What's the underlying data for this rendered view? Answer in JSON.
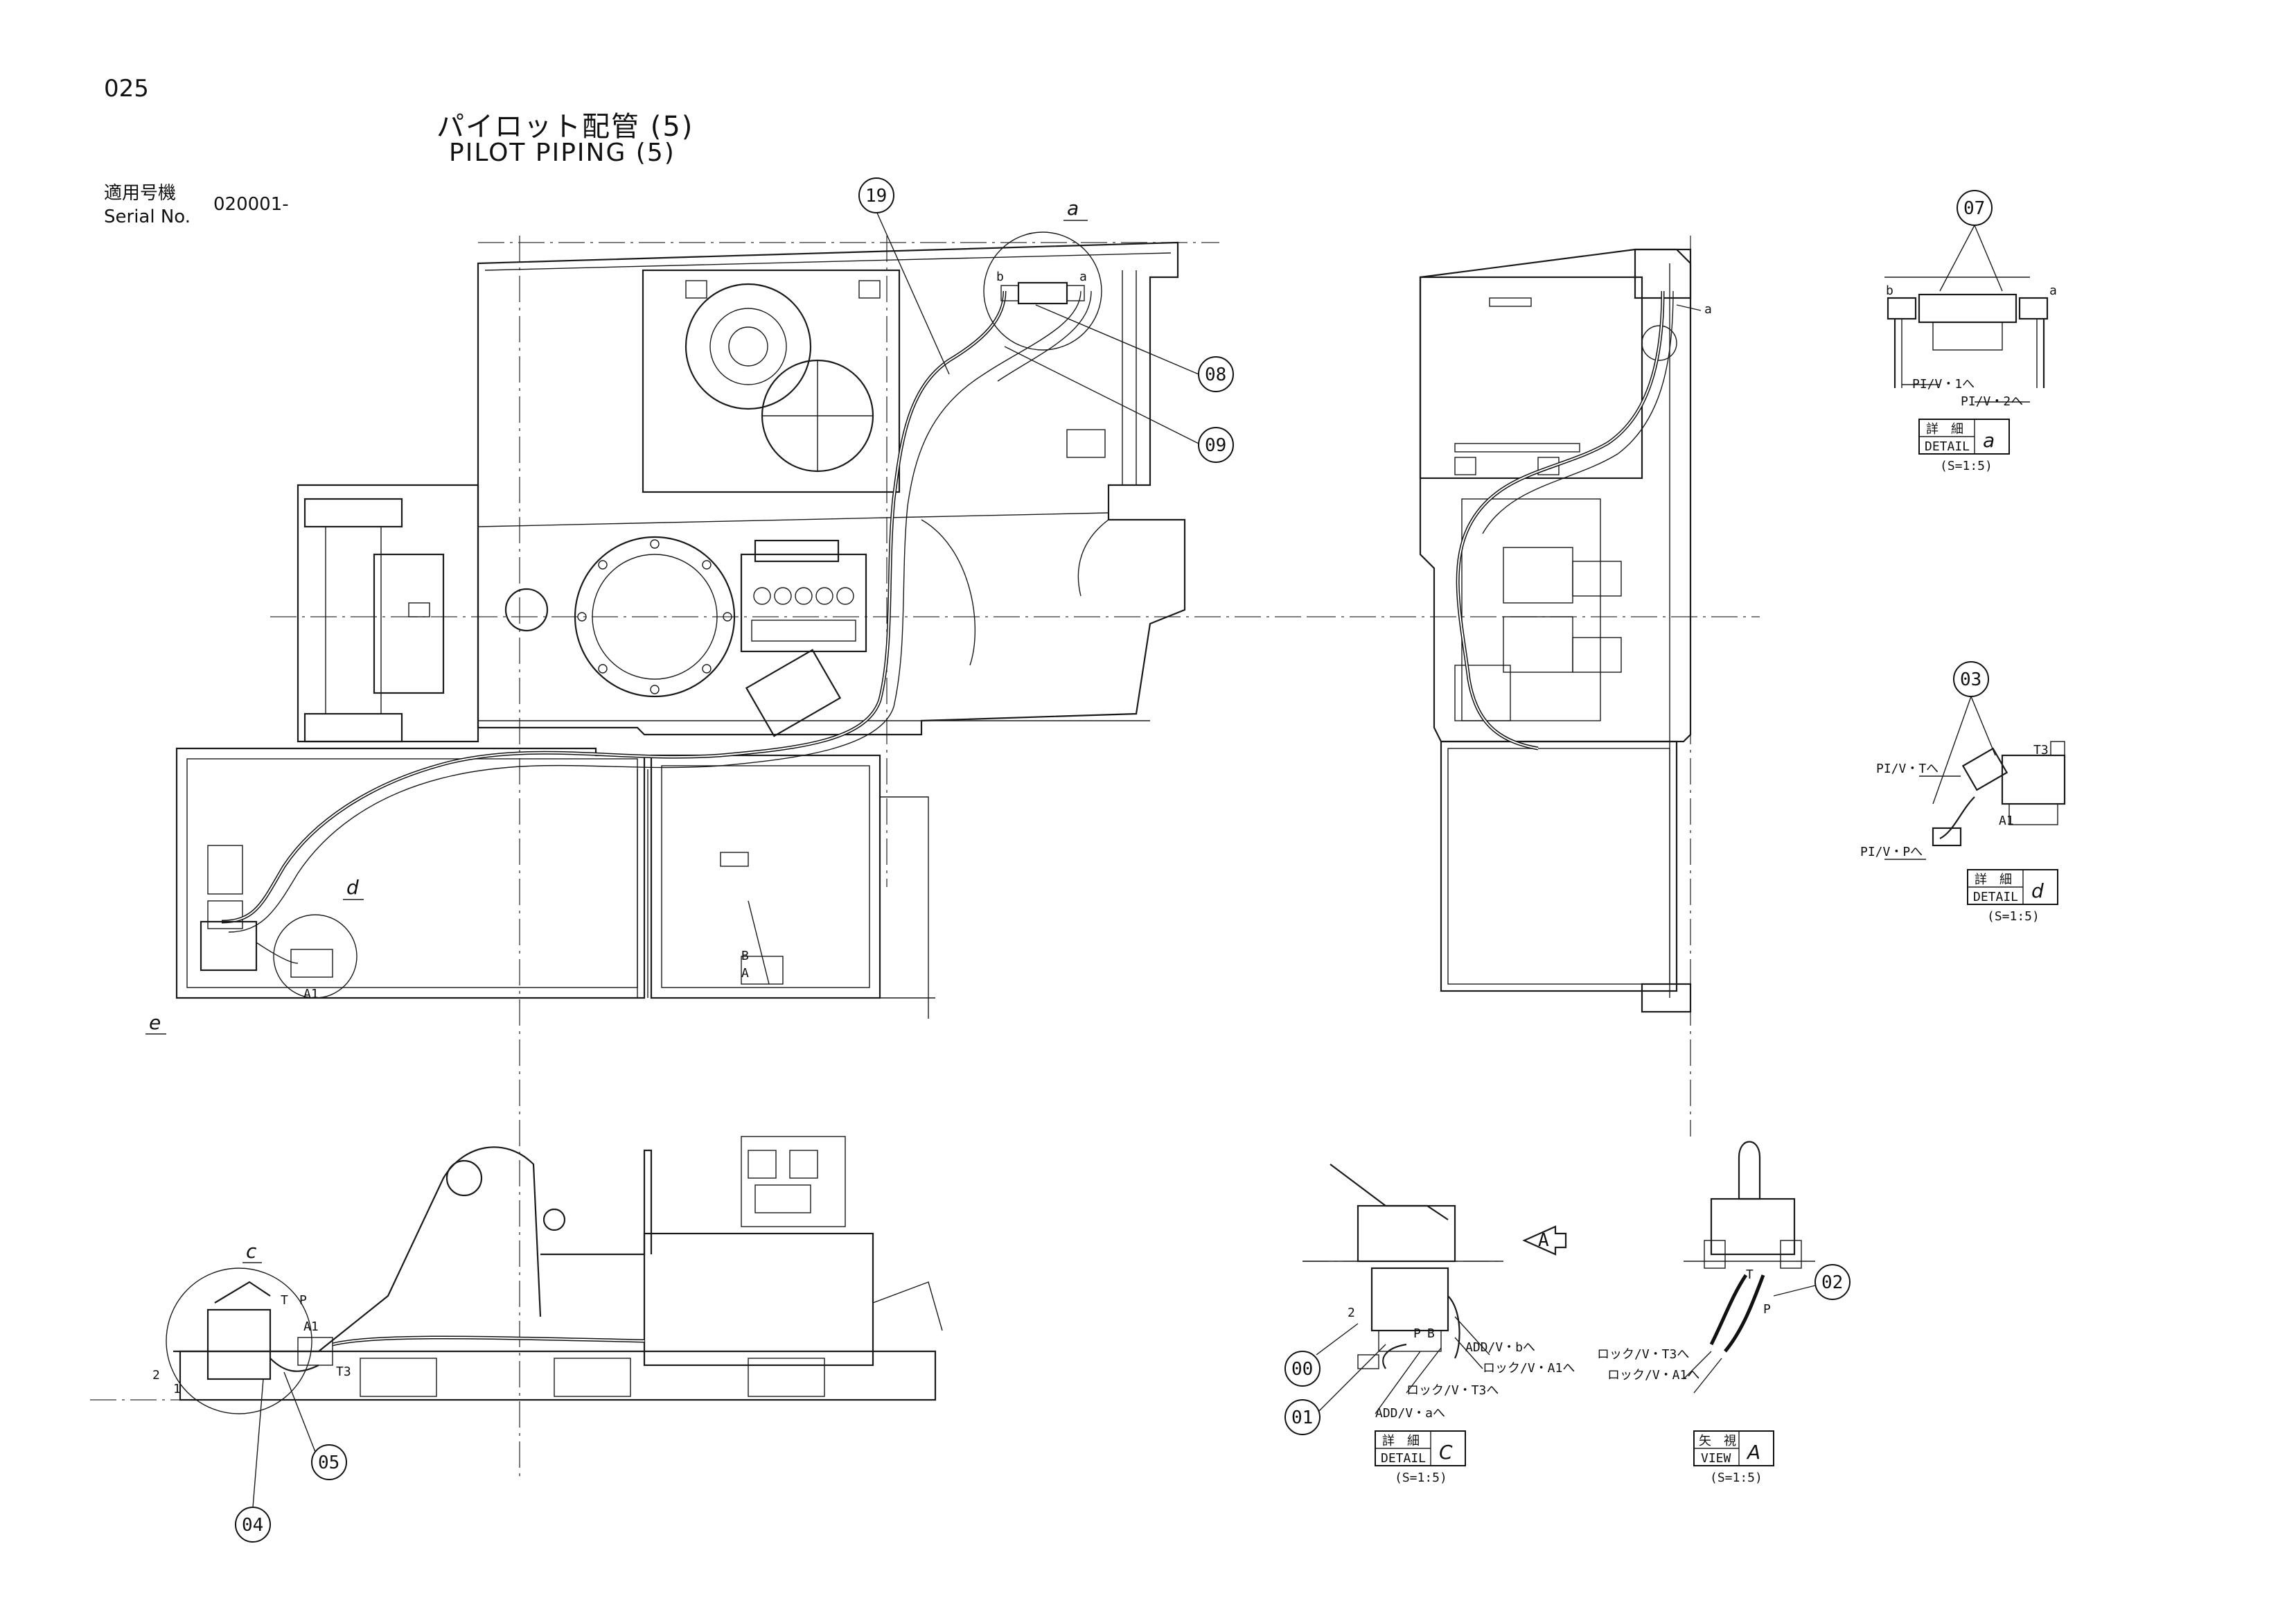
{
  "header": {
    "page_number": "025",
    "title_jp": "パイロット配管 (5)",
    "title_en": "PILOT PIPING (5)",
    "serial_label_jp": "適用号機",
    "serial_label_en": "Serial No.",
    "serial_value": "020001-"
  },
  "callouts": {
    "c19": "19",
    "c08": "08",
    "c09": "09",
    "c07": "07",
    "c03": "03",
    "c05": "05",
    "c04": "04",
    "c00": "00",
    "c01": "01",
    "c02": "02"
  },
  "detail_letters": {
    "a_main": "a",
    "a_side": "a",
    "d_main": "d",
    "e_main": "e",
    "c_side": "c"
  },
  "port_labels": {
    "a1_main": "A1",
    "b_valve": "B",
    "a_valve": "A",
    "t": "T",
    "p": "P",
    "a1_side": "A1",
    "t3_side": "T3",
    "n2": "2",
    "n1": "1",
    "b_a": "b",
    "a_a": "a",
    "b_a2": "b",
    "a_a2": "a",
    "t3_d": "T3",
    "a1_d": "A1",
    "n2_c": "2",
    "p_c": "P",
    "b_c": "B",
    "t_v": "T",
    "p_v": "P"
  },
  "pipe_labels": {
    "pi_v1": "PI/V・1へ",
    "pi_v2": "PI/V・2へ",
    "pi_vt": "PI/V・Tへ",
    "pi_vp": "PI/V・Pへ",
    "add_vb": "ADD/V・bへ",
    "lock_a1_c": "ロック/V・A1へ",
    "lock_t3_c": "ロック/V・T3へ",
    "add_va": "ADD/V・aへ",
    "lock_t3_v": "ロック/V・T3へ",
    "lock_a1_v": "ロック/V・A1へ"
  },
  "view_marker": "A",
  "detail_boxes": {
    "a": {
      "jp": "詳　細",
      "en": "DETAIL",
      "letter": "a",
      "scale": "(S=1:5)"
    },
    "d": {
      "jp": "詳　細",
      "en": "DETAIL",
      "letter": "d",
      "scale": "(S=1:5)"
    },
    "c": {
      "jp": "詳　細",
      "en": "DETAIL",
      "letter": "C",
      "scale": "(S=1:5)"
    },
    "view_a": {
      "jp": "矢　視",
      "en": "VIEW",
      "letter": "A",
      "scale": "(S=1:5)"
    }
  }
}
